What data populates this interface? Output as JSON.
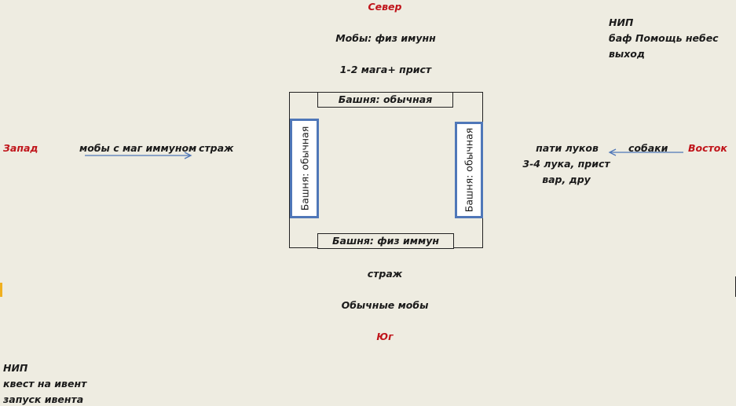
{
  "north": {
    "label": "Север",
    "mobs": "Мобы: физ имунн",
    "party": "1-2 мага+ прист"
  },
  "npc_top_right": {
    "title": "НИП",
    "line1": "баф Помощь небес",
    "line2": "выход"
  },
  "west": {
    "label": "Запад",
    "mobs": "мобы с маг иммуном",
    "guard": "страж"
  },
  "east": {
    "label": "Восток",
    "dogs": "собаки",
    "party_title": "пати луков",
    "party_line1": "3-4 лука, прист",
    "party_line2": "вар, дру"
  },
  "towers": {
    "top": "Башня: обычная",
    "bottom": "Башня: физ иммун",
    "left": "Башня: обычная",
    "right": "Башня: обычная"
  },
  "south": {
    "guard": "страж",
    "mobs": "Обычные мобы",
    "label": "Юг"
  },
  "npc_bottom_left": {
    "title": "НИП",
    "line1": "квест на ивент",
    "line2": "запуск ивента"
  },
  "colors": {
    "background": "#eeece1",
    "direction_label": "#c0141a",
    "tower_border": "#4f77b8",
    "arrow": "#4f77b8"
  }
}
